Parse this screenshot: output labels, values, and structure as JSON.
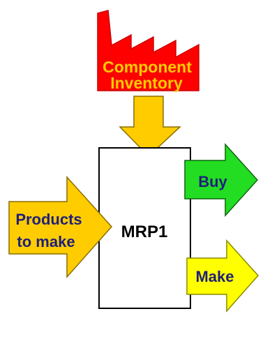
{
  "factory": {
    "label_line1": "Component",
    "label_line2": "Inventory",
    "fill_color": "#ff0000",
    "text_color": "#ffcc00"
  },
  "process": {
    "label": "MRP1",
    "fill_color": "#ffffff",
    "text_color": "#000000"
  },
  "inputs": {
    "inventory_arrow_color": "#ffcc00",
    "products": {
      "label_line1": "Products",
      "label_line2": "to make",
      "fill_color": "#ffcc00",
      "text_color": "#1f1f7a"
    }
  },
  "outputs": {
    "buy": {
      "label": "Buy",
      "fill_color": "#22dd22",
      "text_color": "#1f1f7a"
    },
    "make": {
      "label": "Make",
      "fill_color": "#ffff00",
      "text_color": "#1f1f7a"
    }
  }
}
